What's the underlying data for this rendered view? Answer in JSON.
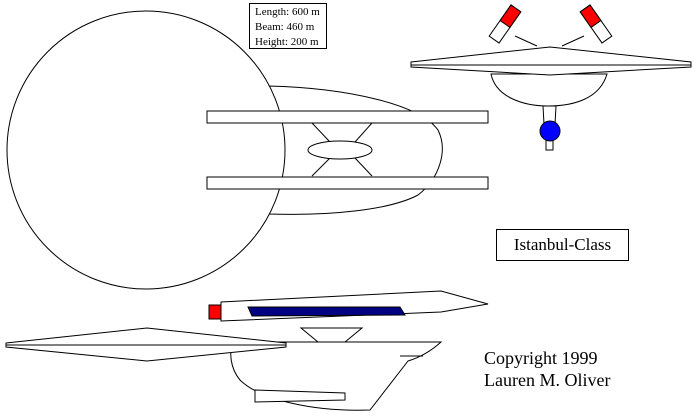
{
  "specs": {
    "length": "Length: 600 m",
    "beam": "Beam: 460 m",
    "height": "Height: 200 m"
  },
  "ship_class": "Istanbul-Class",
  "copyright": {
    "line1": "Copyright 1999",
    "line2": "Lauren M. Oliver"
  },
  "colors": {
    "outline": "#000000",
    "hull": "#ffffff",
    "nacelle_red": "#ff0000",
    "deflector_blue": "#0000ff",
    "stripe_navy": "#000080"
  }
}
